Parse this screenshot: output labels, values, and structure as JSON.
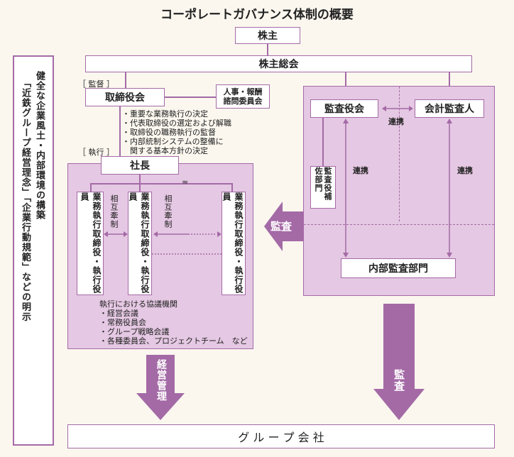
{
  "title": "コーポレートガバナンス体制の概要",
  "top": {
    "kabunushi": "株主",
    "sokai": "株主総会"
  },
  "left_panel": {
    "line1": "健全な企業風土・内部環境の構築",
    "line2": "「近鉄グループ経営理念」「企業行動規範」などの明示"
  },
  "board": {
    "kansoku": "［ 監督 ］",
    "torishimariyaku": "取締役会",
    "committee": "人事・報酬\n諮問委員会",
    "duties": [
      "・重要な業務執行の決定",
      "・代表取締役の選定および解職",
      "・取締役の職務執行の監督",
      "・内部統制システムの整備に",
      "　関する基本方針の決定"
    ],
    "shikko": "［ 執行 ］"
  },
  "exec": {
    "shacho": "社長",
    "officer_label": "業務執行取締役・執行役員",
    "sogo": "相互牽制",
    "council_title": "執行における協議機関",
    "councils": [
      "・経営会議",
      "・常務役員会",
      "・グループ戦略会議",
      "・各種委員会、プロジェクトチーム　など"
    ]
  },
  "audit": {
    "kansayakukai": "監査役会",
    "kaikei": "会計監査人",
    "renkei": "連携",
    "hosa": "監査役補佐部門",
    "naibu": "内部監査部門"
  },
  "arrows": {
    "kansa": "監査",
    "keiei": "経営管理"
  },
  "group": "グ ル ー プ 会 社",
  "colors": {
    "accent": "#a46aa6",
    "panel": "#e5c8e3",
    "background": "#fbf7ef"
  }
}
